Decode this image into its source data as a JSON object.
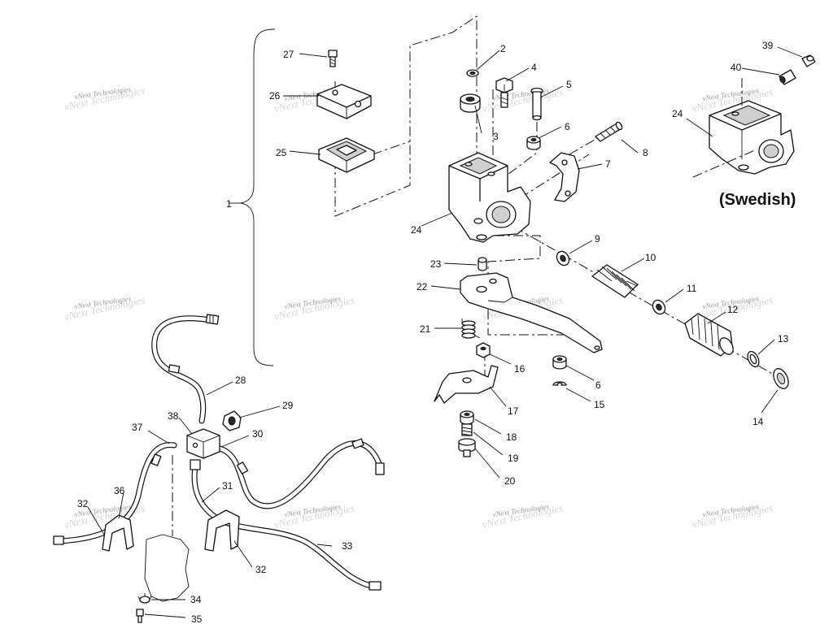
{
  "diagram": {
    "variant_label": "(Swedish)",
    "watermark": "vNext Technologies",
    "callouts": {
      "c1": "1",
      "c2": "2",
      "c3": "3",
      "c4": "4",
      "c5": "5",
      "c6a": "6",
      "c6b": "6",
      "c7": "7",
      "c8": "8",
      "c9": "9",
      "c10": "10",
      "c11": "11",
      "c12": "12",
      "c13": "13",
      "c14": "14",
      "c15": "15",
      "c16": "16",
      "c17": "17",
      "c18": "18",
      "c19": "19",
      "c20": "20",
      "c21": "21",
      "c22": "22",
      "c23": "23",
      "c24a": "24",
      "c24b": "24",
      "c25": "25",
      "c26": "26",
      "c27": "27",
      "c28": "28",
      "c29": "29",
      "c30": "30",
      "c31": "31",
      "c32a": "32",
      "c32b": "32",
      "c33": "33",
      "c34": "34",
      "c35": "35",
      "c36": "36",
      "c37": "37",
      "c38": "38",
      "c39": "39",
      "c40": "40"
    }
  }
}
